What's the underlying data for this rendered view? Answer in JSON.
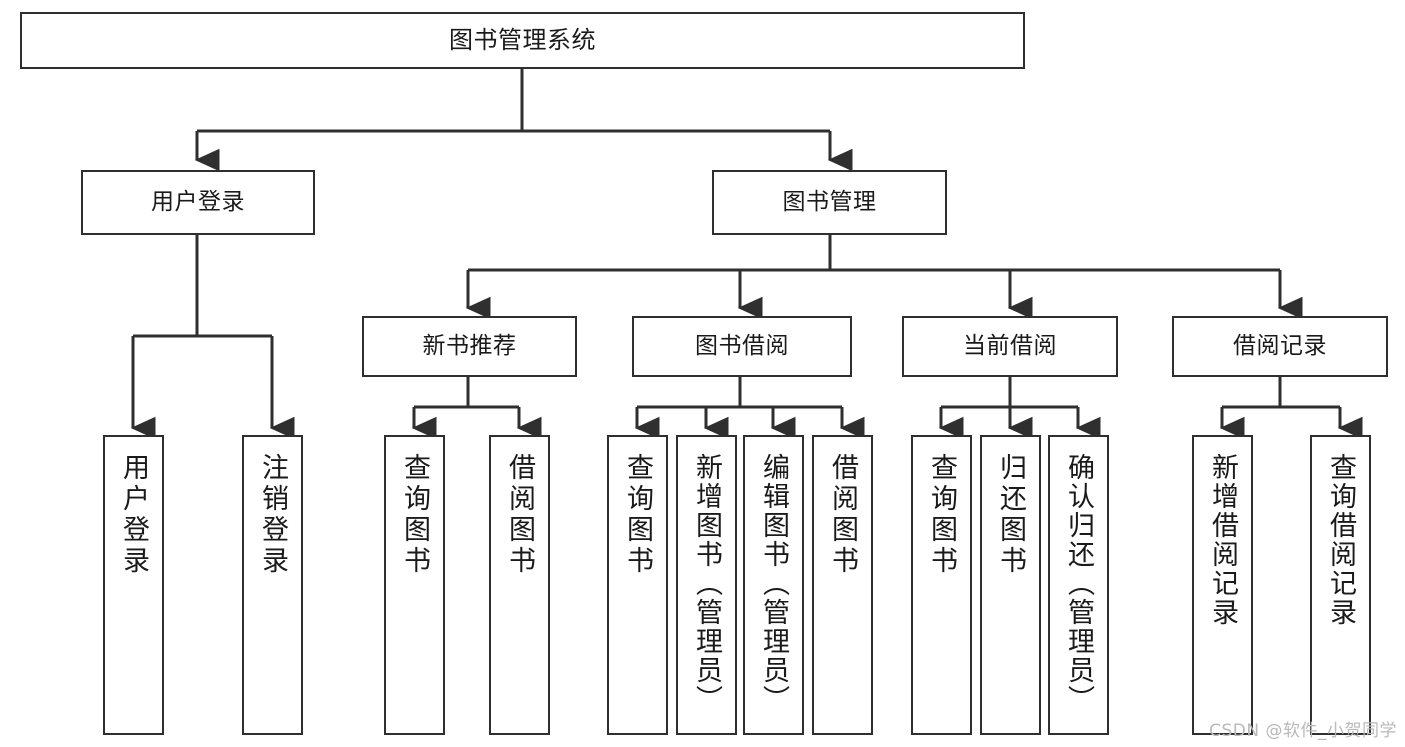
{
  "diagram": {
    "title": "图书管理系统",
    "type": "tree",
    "orientation": "top-down",
    "watermark": "CSDN @软件_小贺同学",
    "colors": {
      "stroke": "#2f2f2f",
      "fill": "#ffffff",
      "text": "#1a1a1a",
      "watermark": "#b9b9b9"
    },
    "levels": {
      "root": {
        "label": "图书管理系统"
      },
      "level1": [
        {
          "id": "user-login",
          "label": "用户登录"
        },
        {
          "id": "book-manage",
          "label": "图书管理"
        }
      ],
      "level2": [
        {
          "id": "new-book-rec",
          "label": "新书推荐",
          "parent": "book-manage"
        },
        {
          "id": "book-borrow",
          "label": "图书借阅",
          "parent": "book-manage"
        },
        {
          "id": "current-borrow",
          "label": "当前借阅",
          "parent": "book-manage"
        },
        {
          "id": "borrow-record",
          "label": "借阅记录",
          "parent": "book-manage"
        }
      ],
      "leaves": [
        {
          "id": "leaf-user-login",
          "label": "用户登录",
          "parent": "user-login"
        },
        {
          "id": "leaf-logout",
          "label": "注销登录",
          "parent": "user-login"
        },
        {
          "id": "leaf-query-book-1",
          "label": "查询图书",
          "parent": "new-book-rec"
        },
        {
          "id": "leaf-borrow-book-1",
          "label": "借阅图书",
          "parent": "new-book-rec"
        },
        {
          "id": "leaf-query-book-2",
          "label": "查询图书",
          "parent": "book-borrow"
        },
        {
          "id": "leaf-add-book",
          "label": "新增图书（管理员）",
          "parent": "book-borrow"
        },
        {
          "id": "leaf-edit-book",
          "label": "编辑图书（管理员）",
          "parent": "book-borrow"
        },
        {
          "id": "leaf-borrow-book-2",
          "label": "借阅图书",
          "parent": "book-borrow"
        },
        {
          "id": "leaf-query-book-3",
          "label": "查询图书",
          "parent": "current-borrow"
        },
        {
          "id": "leaf-return-book",
          "label": "归还图书",
          "parent": "current-borrow"
        },
        {
          "id": "leaf-confirm-return",
          "label": "确认归还（管理员）",
          "parent": "current-borrow"
        },
        {
          "id": "leaf-add-record",
          "label": "新增借阅记录",
          "parent": "borrow-record"
        },
        {
          "id": "leaf-query-record",
          "label": "查询借阅记录",
          "parent": "borrow-record"
        }
      ]
    }
  }
}
